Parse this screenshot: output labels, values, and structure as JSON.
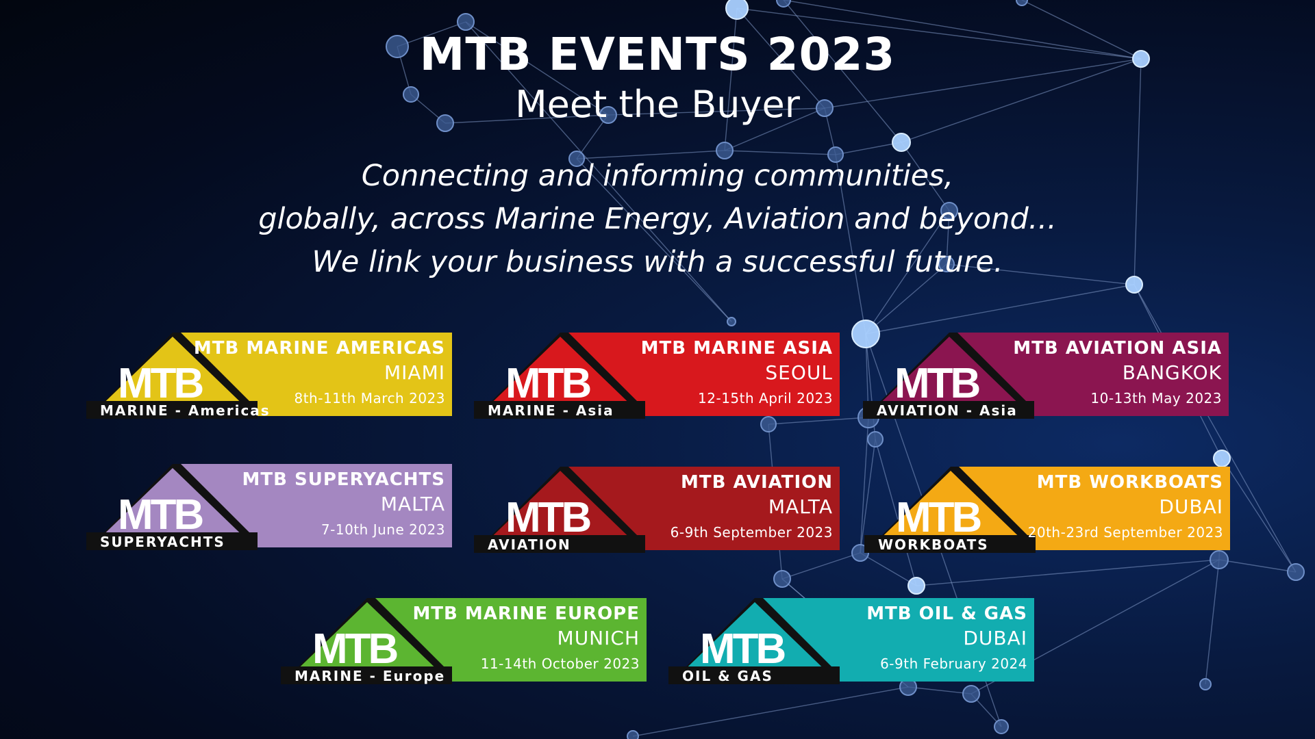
{
  "header": {
    "title": "MTB EVENTS 2023",
    "subtitle": "Meet the Buyer"
  },
  "tagline": [
    "Connecting and informing communities,",
    "globally, across Marine Energy, Aviation and beyond...",
    "We link your business with a successful future."
  ],
  "events": [
    {
      "name": "MTB MARINE AMERICAS",
      "city": "MIAMI",
      "date": "8th-11th March 2023",
      "logo": "MTB",
      "sub": "MARINE - Americas",
      "color": "#e3c417"
    },
    {
      "name": "MTB MARINE ASIA",
      "city": "SEOUL",
      "date": "12-15th April 2023",
      "logo": "MTB",
      "sub": "MARINE - Asia",
      "color": "#d8181d"
    },
    {
      "name": "MTB AVIATION ASIA",
      "city": "BANGKOK",
      "date": "10-13th May 2023",
      "logo": "MTB",
      "sub": "AVIATION - Asia",
      "color": "#8b1550"
    },
    {
      "name": "MTB SUPERYACHTS",
      "city": "MALTA",
      "date": "7-10th June 2023",
      "logo": "MTB",
      "sub": "SUPERYACHTS",
      "color": "#a487c1"
    },
    {
      "name": "MTB AVIATION",
      "city": "MALTA",
      "date": "6-9th September 2023",
      "logo": "MTB",
      "sub": "AVIATION",
      "color": "#a5191d"
    },
    {
      "name": "MTB WORKBOATS",
      "city": "DUBAI",
      "date": "20th-23rd September 2023",
      "logo": "MTB",
      "sub": "WORKBOATS",
      "color": "#f4a914"
    },
    {
      "name": "MTB MARINE EUROPE",
      "city": "MUNICH",
      "date": "11-14th October 2023",
      "logo": "MTB",
      "sub": "MARINE - Europe",
      "color": "#5cb531"
    },
    {
      "name": "MTB OIL & GAS",
      "city": "DUBAI",
      "date": "6-9th February 2024",
      "logo": "MTB",
      "sub": "OIL & GAS",
      "color": "#12adb0"
    }
  ]
}
